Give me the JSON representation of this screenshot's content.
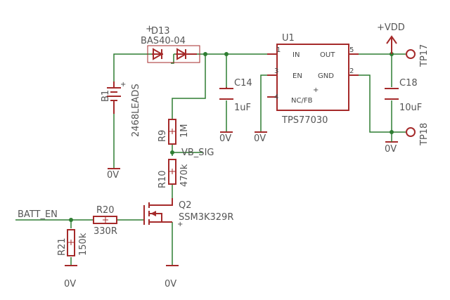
{
  "components": {
    "d13": {
      "ref": "D13",
      "value": "BAS40-04"
    },
    "b1": {
      "ref": "B1",
      "value": "2468LEADS"
    },
    "c14": {
      "ref": "C14",
      "value": "1uF"
    },
    "u1": {
      "ref": "U1",
      "value": "TPS77030",
      "pins": {
        "in": "IN",
        "out": "OUT",
        "en": "EN",
        "gnd": "GND",
        "ncfb": "NC/FB",
        "n1": "1",
        "n5": "5",
        "n3": "3",
        "n2": "2",
        "n4": "4"
      }
    },
    "c18": {
      "ref": "C18",
      "value": "10uF"
    },
    "r9": {
      "ref": "R9",
      "value": "1M"
    },
    "r10": {
      "ref": "R10",
      "value": "470k"
    },
    "q2": {
      "ref": "Q2",
      "value": "SSM3K329R"
    },
    "r20": {
      "ref": "R20",
      "value": "330R"
    },
    "r21": {
      "ref": "R21",
      "value": "150k"
    },
    "tp17": {
      "ref": "TP17"
    },
    "tp18": {
      "ref": "TP18"
    }
  },
  "nets": {
    "vdd": "+VDD",
    "vb_sig": "VB_SIG",
    "batt_en": "BATT_EN",
    "gnd": "0V"
  }
}
